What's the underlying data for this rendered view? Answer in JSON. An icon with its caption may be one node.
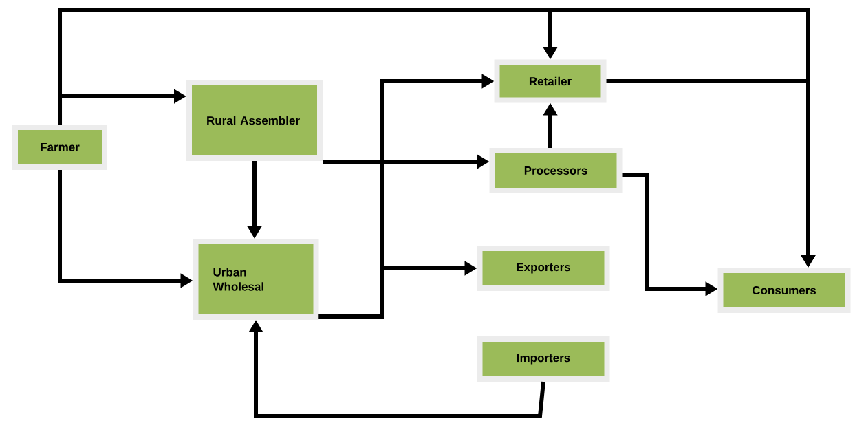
{
  "diagram": {
    "nodes": [
      {
        "text": [
          "Farmer"
        ]
      },
      {
        "text": [
          "Rural Assembler"
        ]
      },
      {
        "text": [
          "Urban Wholesal"
        ]
      },
      {
        "text": [
          "Retailer"
        ]
      },
      {
        "text": [
          "Processors"
        ]
      },
      {
        "text": [
          "Exporters"
        ]
      },
      {
        "text": [
          "Consumers"
        ]
      },
      {
        "text": [
          "Importers"
        ]
      }
    ],
    "edges": [
      {
        "from": 0,
        "to": 3,
        "arrow": "to"
      },
      {
        "from": 0,
        "to": 6,
        "arrow": "to"
      },
      {
        "from": 3,
        "to": 6,
        "arrow": "to"
      },
      {
        "from": 0,
        "to": 1,
        "arrow": "to"
      },
      {
        "from": 0,
        "to": 2,
        "arrow": "to"
      },
      {
        "from": 1,
        "to": 2,
        "arrow": "to"
      },
      {
        "from": 1,
        "to": 4,
        "arrow": "to"
      },
      {
        "from": 2,
        "to": 3,
        "arrow": "to"
      },
      {
        "from": 2,
        "to": 5,
        "arrow": "to"
      },
      {
        "from": 4,
        "to": 3,
        "arrow": "to"
      },
      {
        "from": 4,
        "to": 6,
        "arrow": "to"
      },
      {
        "from": 7,
        "to": 2,
        "arrow": "to"
      }
    ]
  }
}
